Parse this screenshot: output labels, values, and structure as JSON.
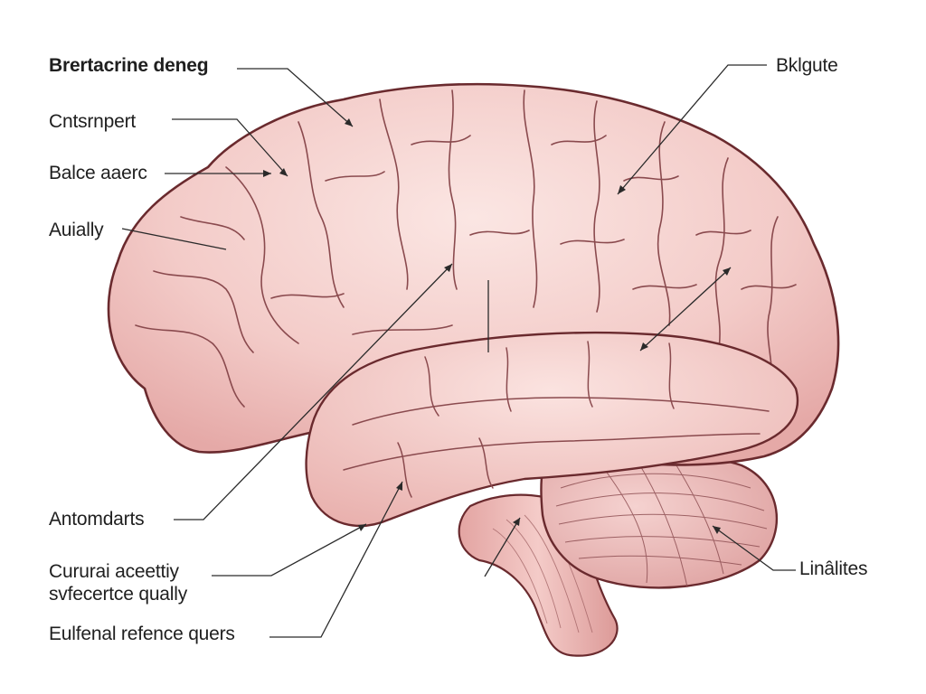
{
  "diagram": {
    "labels": {
      "title": "Brertacrine deneg",
      "cntsrnpert": "Cntsrnpert",
      "balce_aaerc": "Balce aaerc",
      "auially": "Auially",
      "antomdarts": "Antomdarts",
      "curural_line1": "Cururai aceettiy",
      "curural_line2": "svfecertce qually",
      "eulfenal": "Eulfenal refence quers",
      "bklgute": "Bklgute",
      "linalites": "Linâlites"
    },
    "colors": {
      "brain_fill": "#f2c5c3",
      "brain_light": "#f9dedb",
      "outline": "#6a2a2e",
      "fold_line": "#8a4a4e",
      "cerebellum_fill": "#e9b4b2",
      "brainstem_fill": "#e8b0ad",
      "leader_line": "#2a2a2a",
      "label_text": "#1f1f1f"
    }
  }
}
